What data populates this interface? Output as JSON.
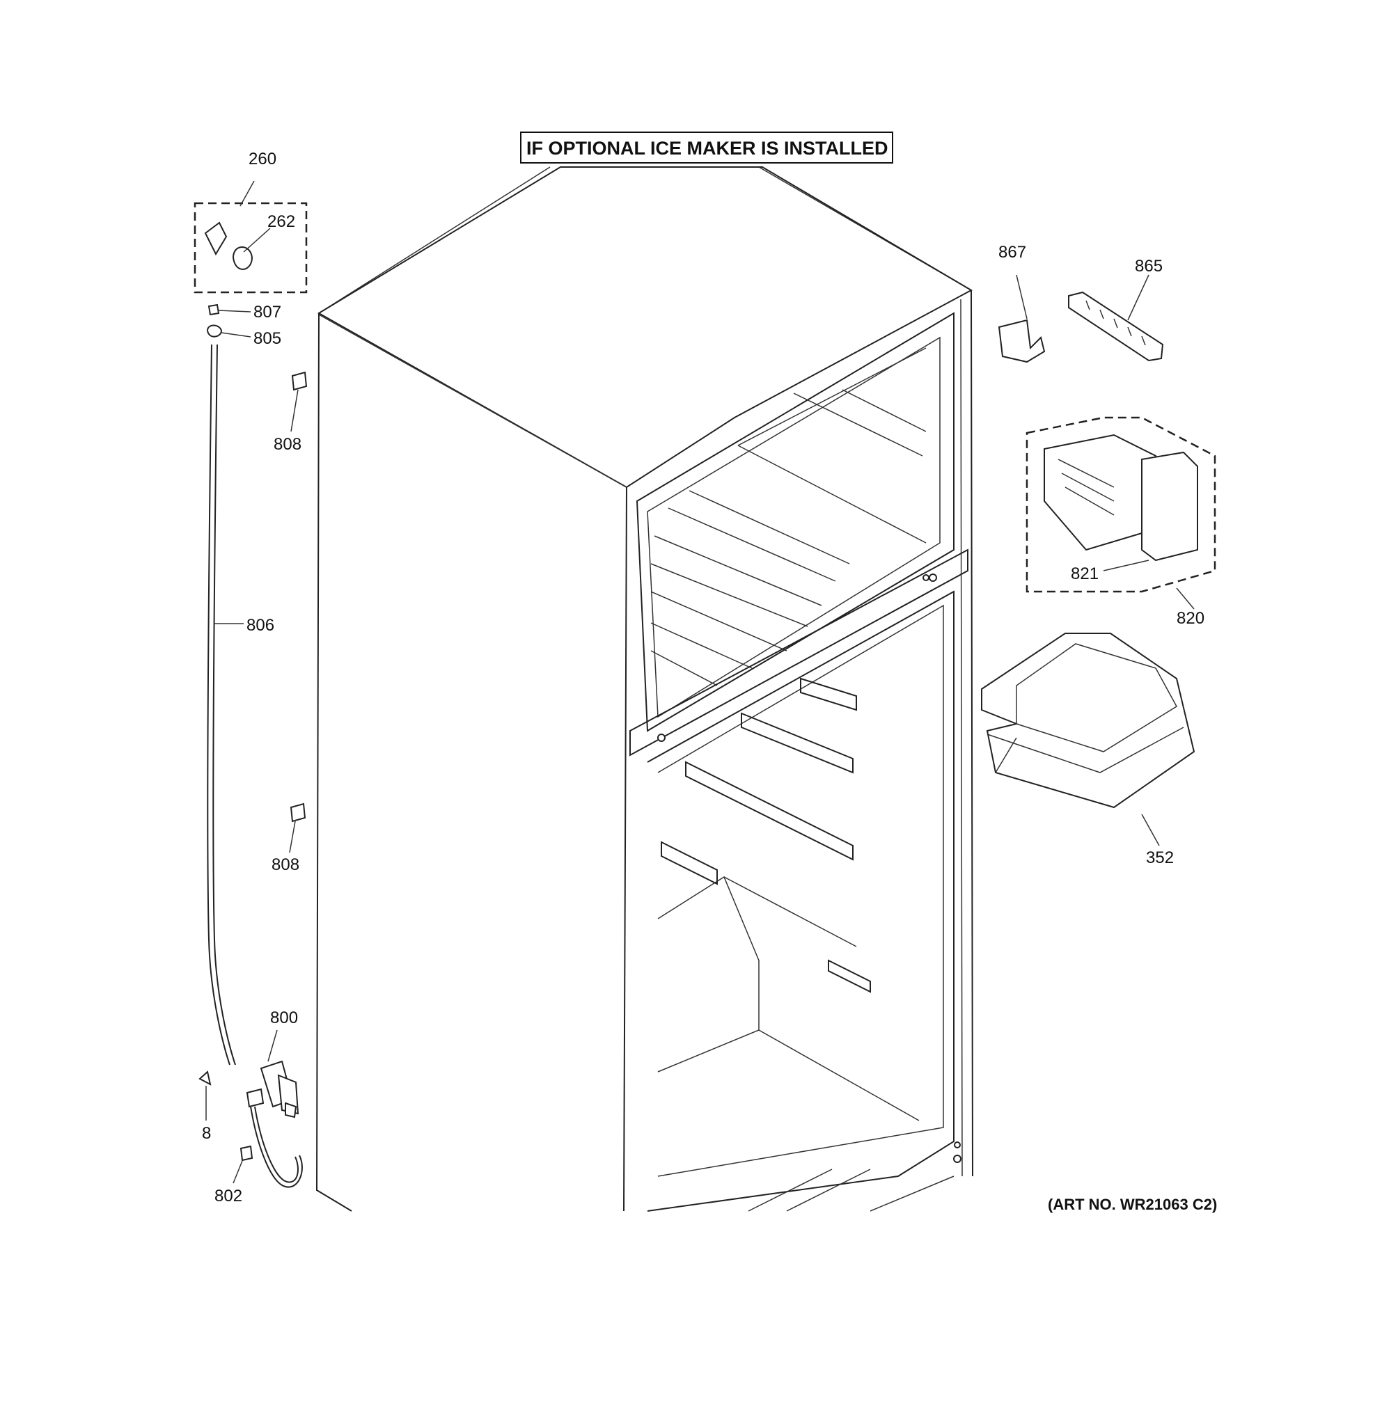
{
  "banner": {
    "text": "IF OPTIONAL ICE MAKER IS INSTALLED"
  },
  "art_number": "(ART NO. WR21063 C2)",
  "callouts": {
    "c260": "260",
    "c262": "262",
    "c807": "807",
    "c805": "805",
    "c808a": "808",
    "c806": "806",
    "c808b": "808",
    "c800": "800",
    "c8": "8",
    "c802": "802",
    "c867": "867",
    "c865": "865",
    "c821": "821",
    "c820": "820",
    "c352": "352"
  }
}
